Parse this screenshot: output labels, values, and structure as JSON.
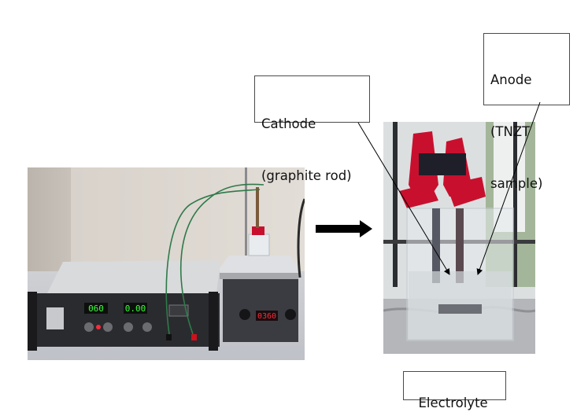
{
  "labels": {
    "cathode": [
      "Cathode",
      "(graphite rod)"
    ],
    "anode": [
      "Anode",
      "(TNZT",
      "sample)"
    ],
    "electrolyte": "Electrolyte"
  },
  "left_photo": {
    "power_supply": {
      "voltage_display": "060",
      "current_display": "0.00"
    },
    "hot_plate": {
      "display": "0360"
    }
  },
  "colors": {
    "led_green": "#3cff3c",
    "led_red": "#ff2b3a",
    "clip_red": "#c8102e",
    "wire_green": "#2f7a4a",
    "arrow": "#000000"
  }
}
